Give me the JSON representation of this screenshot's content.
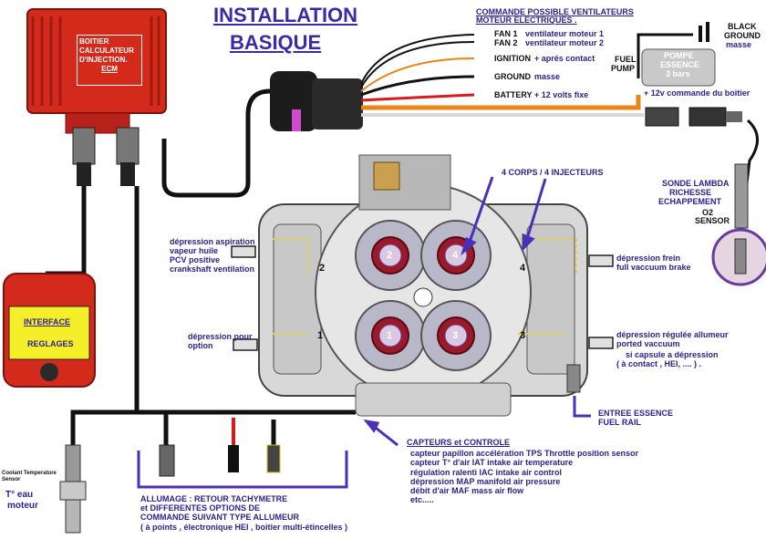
{
  "title": {
    "line1": "INSTALLATION",
    "line2": "BASIQUE"
  },
  "ecm": {
    "line1": "BOITIER",
    "line2": "CALCULATEUR",
    "line3": "D'INJECTION.",
    "line4": "ECM"
  },
  "interface": {
    "line1": "INTERFACE",
    "line2": "REGLAGES"
  },
  "fans": {
    "heading": "COMMANDE POSSIBLE VENTILATEURS",
    "subheading": "MOTEUR ELECTRIQUES .",
    "fan1_code": "FAN 1",
    "fan1_desc": "ventilateur moteur 1",
    "fan2_code": "FAN 2",
    "fan2_desc": "ventilateur moteur 2"
  },
  "wires": {
    "ignition_code": "IGNITION",
    "ignition_desc": "+ aprés contact",
    "ground_code": "GROUND",
    "ground_desc": "masse",
    "battery_code": "BATTERY",
    "battery_desc": "+ 12 volts fixe"
  },
  "pump": {
    "black_ground": "BLACK",
    "black_ground2": "GROUND",
    "masse": "masse",
    "fuel": "FUEL",
    "pump": "PUMP",
    "label1": "POMPE",
    "label2": "ESSENCE",
    "label3": "3 bars",
    "command": "+ 12v commande du boitier"
  },
  "injectors": {
    "label": "4 CORPS / 4 INJECTEURS",
    "numbers": [
      "2",
      "4",
      "1",
      "3"
    ]
  },
  "ports": {
    "left_numbers": [
      "2",
      "1"
    ],
    "right_numbers": [
      "4",
      "3"
    ]
  },
  "lambda": {
    "line1": "SONDE LAMBDA",
    "line2": "RICHESSE",
    "line3": "ECHAPPEMENT",
    "line4": "O2",
    "line5": "SENSOR"
  },
  "left_notes": {
    "pcv1": "dépression aspiration",
    "pcv2": "vapeur huile",
    "pcv3": "PCV positive",
    "pcv4": "crankshaft ventilation",
    "option1": "dépression pour",
    "option2": "option"
  },
  "right_notes": {
    "brake1": "dépression frein",
    "brake2": "full vaccuum brake",
    "dist1": "dépression régulée allumeur",
    "dist2": "ported vaccuum",
    "dist3": "si capsule a dépression",
    "dist4": "( à contact , HEI, .... ) ."
  },
  "fuel_inlet": {
    "line1": "ENTREE ESSENCE",
    "line2": "FUEL RAIL"
  },
  "sensors": {
    "heading": "CAPTEURS et CONTROLE",
    "items": [
      "capteur papillon accélération TPS Throttle position sensor",
      "capteur T° d'air IAT intake air temperature",
      "régulation ralenti IAC intake air control",
      "dépression MAP manifold air pressure",
      "débit d'air MAF mass air flow",
      "etc....."
    ]
  },
  "coolant": {
    "small1": "Coolant Temperature",
    "small2": "Sensor",
    "line1": "T° eau",
    "line2": "moteur"
  },
  "ignition_box": {
    "lines": [
      "ALLUMAGE : RETOUR TACHYMETRE",
      "et DIFFERENTES OPTIONS DE",
      "COMMANDE SUIVANT TYPE ALLUMEUR",
      "( à points , électronique HEI , boitier multi-étincelles )"
    ]
  },
  "colors": {
    "ecm_red": "#d42a1c",
    "wire_black": "#111111",
    "wire_orange": "#e8851a",
    "wire_red": "#d41c1c",
    "label_blue": "#2a1f8f",
    "bracket": "#4a2fb8",
    "interface_yellow": "#f5ef2a"
  }
}
